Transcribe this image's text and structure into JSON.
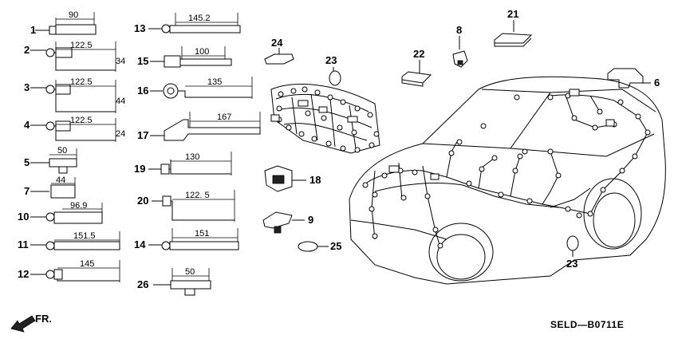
{
  "diagram": {
    "code": "SELD—B0711E",
    "direction_label": "FR.",
    "colors": {
      "ink": "#000000",
      "paper": "#ffffff"
    }
  },
  "clips": [
    {
      "id": "1",
      "dim": "90"
    },
    {
      "id": "2",
      "dim": "122.5",
      "dim2": "34"
    },
    {
      "id": "3",
      "dim": "122.5",
      "dim2": "44"
    },
    {
      "id": "4",
      "dim": "122.5",
      "dim2": "24"
    },
    {
      "id": "5",
      "dim": "50"
    },
    {
      "id": "7",
      "dim": "44"
    },
    {
      "id": "10",
      "dim": "96.9"
    },
    {
      "id": "11",
      "dim": "151.5"
    },
    {
      "id": "12",
      "dim": "145"
    },
    {
      "id": "13",
      "dim": "145.2"
    },
    {
      "id": "15",
      "dim": "100"
    },
    {
      "id": "16",
      "dim": "135"
    },
    {
      "id": "17",
      "dim": "167"
    },
    {
      "id": "19",
      "dim": "130"
    },
    {
      "id": "20",
      "dim": "122. 5"
    },
    {
      "id": "14",
      "dim": "151"
    },
    {
      "id": "26",
      "dim": "50"
    }
  ],
  "parts": [
    {
      "id": "24"
    },
    {
      "id": "23"
    },
    {
      "id": "22"
    },
    {
      "id": "21"
    },
    {
      "id": "8"
    },
    {
      "id": "6"
    },
    {
      "id": "18"
    },
    {
      "id": "9"
    },
    {
      "id": "25"
    },
    {
      "id": "23"
    }
  ]
}
